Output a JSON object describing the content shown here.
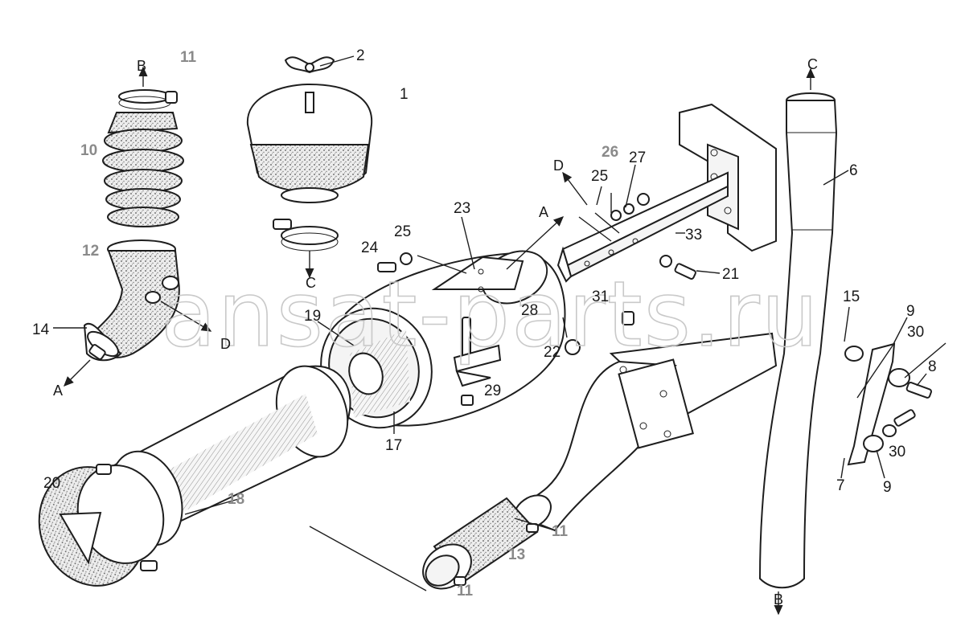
{
  "watermark": "ansat-parts.ru",
  "labels": [
    {
      "id": "l1",
      "text": "1"
    },
    {
      "id": "l2",
      "text": "2"
    },
    {
      "id": "l6",
      "text": "6"
    },
    {
      "id": "l7",
      "text": "7"
    },
    {
      "id": "l8",
      "text": "8"
    },
    {
      "id": "l9a",
      "text": "9"
    },
    {
      "id": "l9b",
      "text": "9"
    },
    {
      "id": "l10",
      "text": "10"
    },
    {
      "id": "l11a",
      "text": "11"
    },
    {
      "id": "l11b",
      "text": "11"
    },
    {
      "id": "l11c",
      "text": "11"
    },
    {
      "id": "l12",
      "text": "12"
    },
    {
      "id": "l13",
      "text": "13"
    },
    {
      "id": "l14",
      "text": "14"
    },
    {
      "id": "l15",
      "text": "15"
    },
    {
      "id": "l17",
      "text": "17"
    },
    {
      "id": "l18",
      "text": "18"
    },
    {
      "id": "l19",
      "text": "19"
    },
    {
      "id": "l20",
      "text": "20"
    },
    {
      "id": "l21",
      "text": "21"
    },
    {
      "id": "l22",
      "text": "22"
    },
    {
      "id": "l23",
      "text": "23"
    },
    {
      "id": "l24",
      "text": "24"
    },
    {
      "id": "l25a",
      "text": "25"
    },
    {
      "id": "l25b",
      "text": "25"
    },
    {
      "id": "l26",
      "text": "26"
    },
    {
      "id": "l27",
      "text": "27"
    },
    {
      "id": "l28",
      "text": "28"
    },
    {
      "id": "l29",
      "text": "29"
    },
    {
      "id": "l30a",
      "text": "30"
    },
    {
      "id": "l30b",
      "text": "30"
    },
    {
      "id": "l31",
      "text": "31"
    },
    {
      "id": "l33",
      "text": "33"
    }
  ],
  "connection_arrows": [
    {
      "id": "aB1",
      "text": "B"
    },
    {
      "id": "aC1",
      "text": "C"
    },
    {
      "id": "aD1",
      "text": "D"
    },
    {
      "id": "aA1",
      "text": "A"
    },
    {
      "id": "aA2",
      "text": "A"
    },
    {
      "id": "aD2",
      "text": "D"
    },
    {
      "id": "aC2",
      "text": "C"
    },
    {
      "id": "aB2",
      "text": "B"
    }
  ]
}
